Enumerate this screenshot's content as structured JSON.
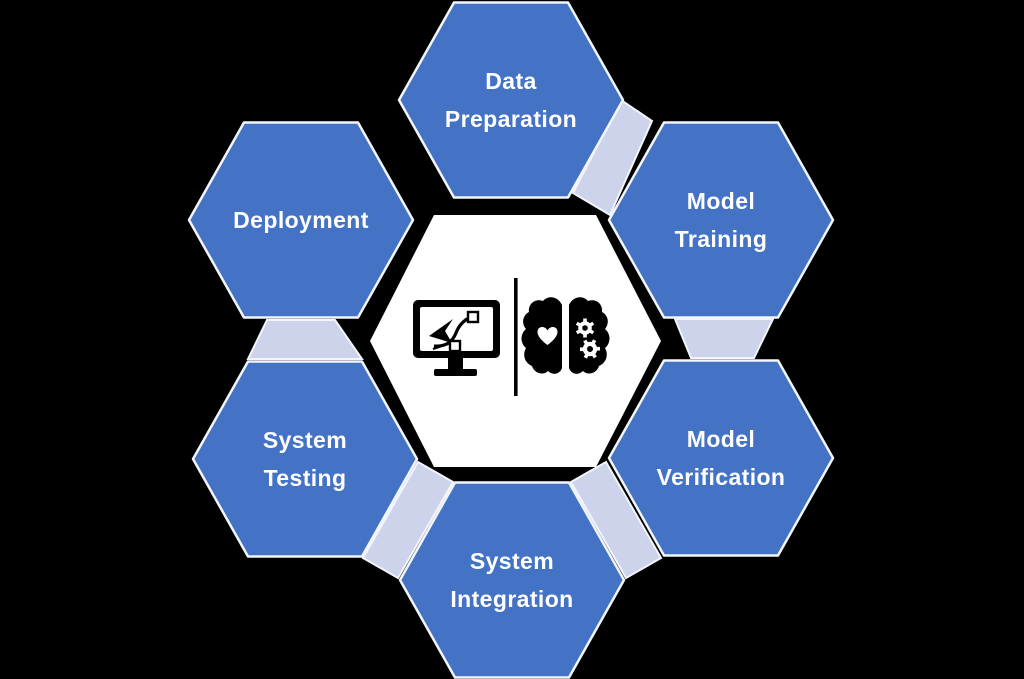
{
  "colors": {
    "background": "#000000",
    "stage_fill": "#4472C4",
    "connector_fill": "#CDD3EA",
    "center_fill": "#FFFFFF",
    "border": "#F2F5FC",
    "label": "#FFFFFF",
    "icon_ink": "#000000"
  },
  "stages": [
    {
      "id": "data-preparation",
      "lines": [
        "Data",
        "Preparation"
      ]
    },
    {
      "id": "model-training",
      "lines": [
        "Model",
        "Training"
      ]
    },
    {
      "id": "model-verification",
      "lines": [
        "Model",
        "Verification"
      ]
    },
    {
      "id": "system-integration",
      "lines": [
        "System",
        "Integration"
      ]
    },
    {
      "id": "system-testing",
      "lines": [
        "System",
        "Testing"
      ]
    },
    {
      "id": "deployment",
      "lines": [
        "Deployment"
      ]
    }
  ],
  "center": {
    "icons": [
      "vector-design-monitor-icon",
      "ai-brain-icon"
    ]
  }
}
